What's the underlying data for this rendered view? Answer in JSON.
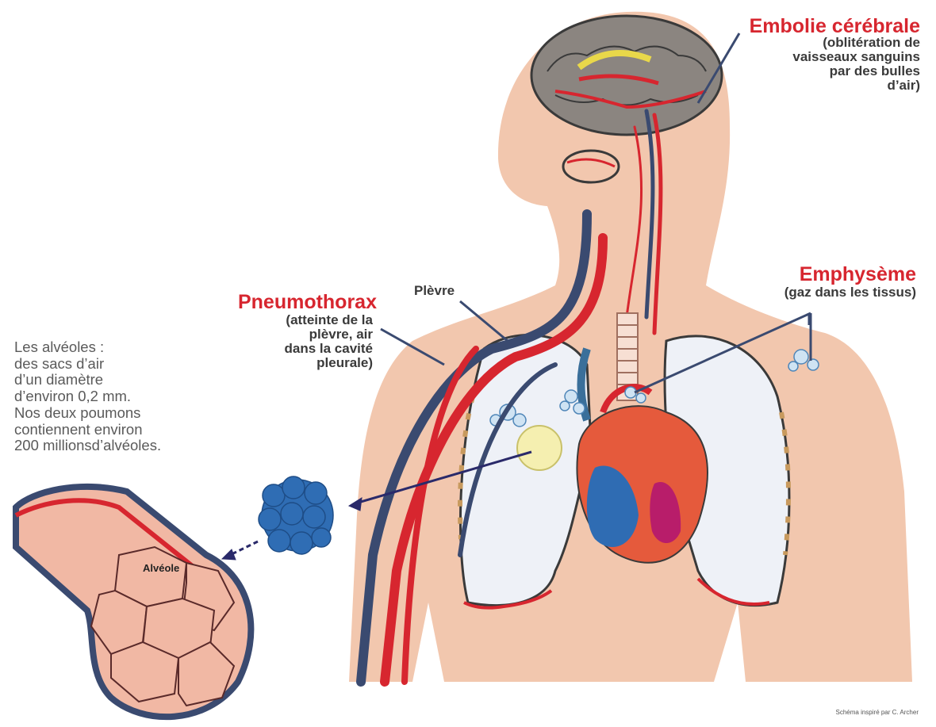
{
  "labels": {
    "embolie_title": "Embolie cérébrale",
    "embolie_desc": [
      "(oblitération de",
      "vaisseaux sanguins",
      "par des bulles",
      "d’air)"
    ],
    "emphyseme_title": "Emphysème",
    "emphyseme_desc": "(gaz dans les tissus)",
    "pneumothorax_title": "Pneumothorax",
    "pneumothorax_desc": [
      "(atteinte de la",
      "plèvre, air",
      "dans la cavité",
      "pleurale)"
    ],
    "plevre": "Plèvre",
    "alveoles_desc": [
      "Les alvéoles :",
      "des sacs d’air",
      "d’un diamètre",
      "d’environ 0,2 mm.",
      "Nos deux poumons",
      "contiennent environ",
      "200 millionsd’alvéoles."
    ],
    "alveole": "Alvéole",
    "credit": "Schéma inspiré par C. Archer"
  },
  "colors": {
    "skin": "#f2c7ae",
    "artery": "#d7262f",
    "vein": "#3a4a70",
    "lung": "#eef1f7",
    "heart_blue": "#2f6cb3",
    "alveoli_blue": "#2f6db4",
    "alveole_fill": "#f1b8a4"
  },
  "icons": [
    "brain-illustration",
    "lungs-illustration",
    "heart-illustration",
    "alveoli-cluster-illustration",
    "alveole-closeup-illustration",
    "arrow-icon"
  ]
}
